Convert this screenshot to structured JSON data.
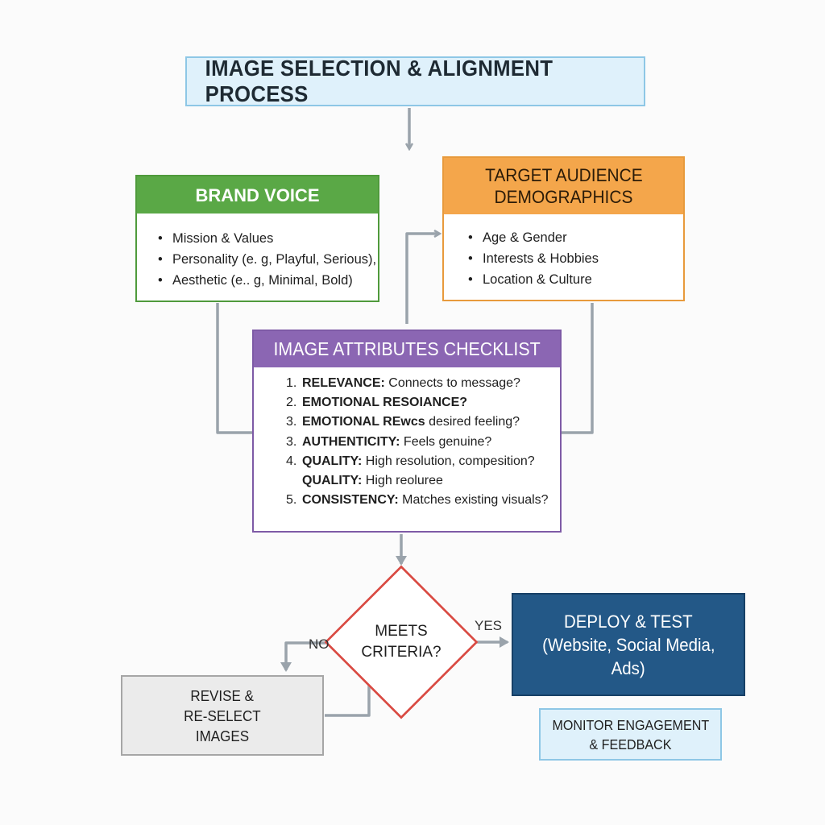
{
  "title": "IMAGE SELECTION & ALIGNMENT PROCESS",
  "brand_voice": {
    "heading": "BRAND VOICE",
    "items": [
      "Mission & Values",
      "Personality (e. g, Playful, Serious),",
      "Aesthetic (e.. g, Minimal, Bold)"
    ]
  },
  "target_audience": {
    "heading_lines": [
      "TARGET AUDIENCE",
      "DEMOGRAPHICS"
    ],
    "items": [
      "Age & Gender",
      "Interests & Hobbies",
      "Location & Culture"
    ]
  },
  "checklist": {
    "heading": "IMAGE ATTRIBUTES CHECKLIST",
    "items": [
      {
        "num": "1.",
        "label": "RELEVANCE:",
        "text": " Connects to message?"
      },
      {
        "num": "2.",
        "label": "EMOTIONAL RESOIANCE?",
        "text": ""
      },
      {
        "num": "3.",
        "label": "EMOTIONAL REwcs",
        "text": " desired feeling?"
      },
      {
        "num": "3.",
        "label": "AUTHENTICITY:",
        "text": " Feels genuine?"
      },
      {
        "num": "4.",
        "label": "QUALITY:",
        "text": " High resolution, compesition?"
      },
      {
        "num": "",
        "label": "QUALITY:",
        "text": " High reoluree"
      },
      {
        "num": "5.",
        "label": "CONSISTENCY:",
        "text": " Matches existing visuals?"
      }
    ]
  },
  "decision": {
    "lines": [
      "MEETS",
      "CRITERIA?"
    ],
    "yes_label": "YES",
    "no_label": "NO"
  },
  "deploy": {
    "lines": [
      "DEPLOY & TEST",
      "(Website, Social Media,",
      "Ads)"
    ]
  },
  "monitor": {
    "lines": [
      "MONITOR ENGAGEMENT",
      "& FEEDBACK"
    ]
  },
  "revise": {
    "lines": [
      "REVISE &",
      "RE-SELECT",
      "IMAGES"
    ]
  },
  "colors": {
    "brand_green": "#5aa846",
    "audience_orange": "#f4a64b",
    "checklist_purple": "#8b66b3",
    "decision_red": "#d94a42",
    "deploy_navy": "#235887",
    "light_blue": "#dff1fb",
    "connector_gray": "#9aa3ab"
  }
}
